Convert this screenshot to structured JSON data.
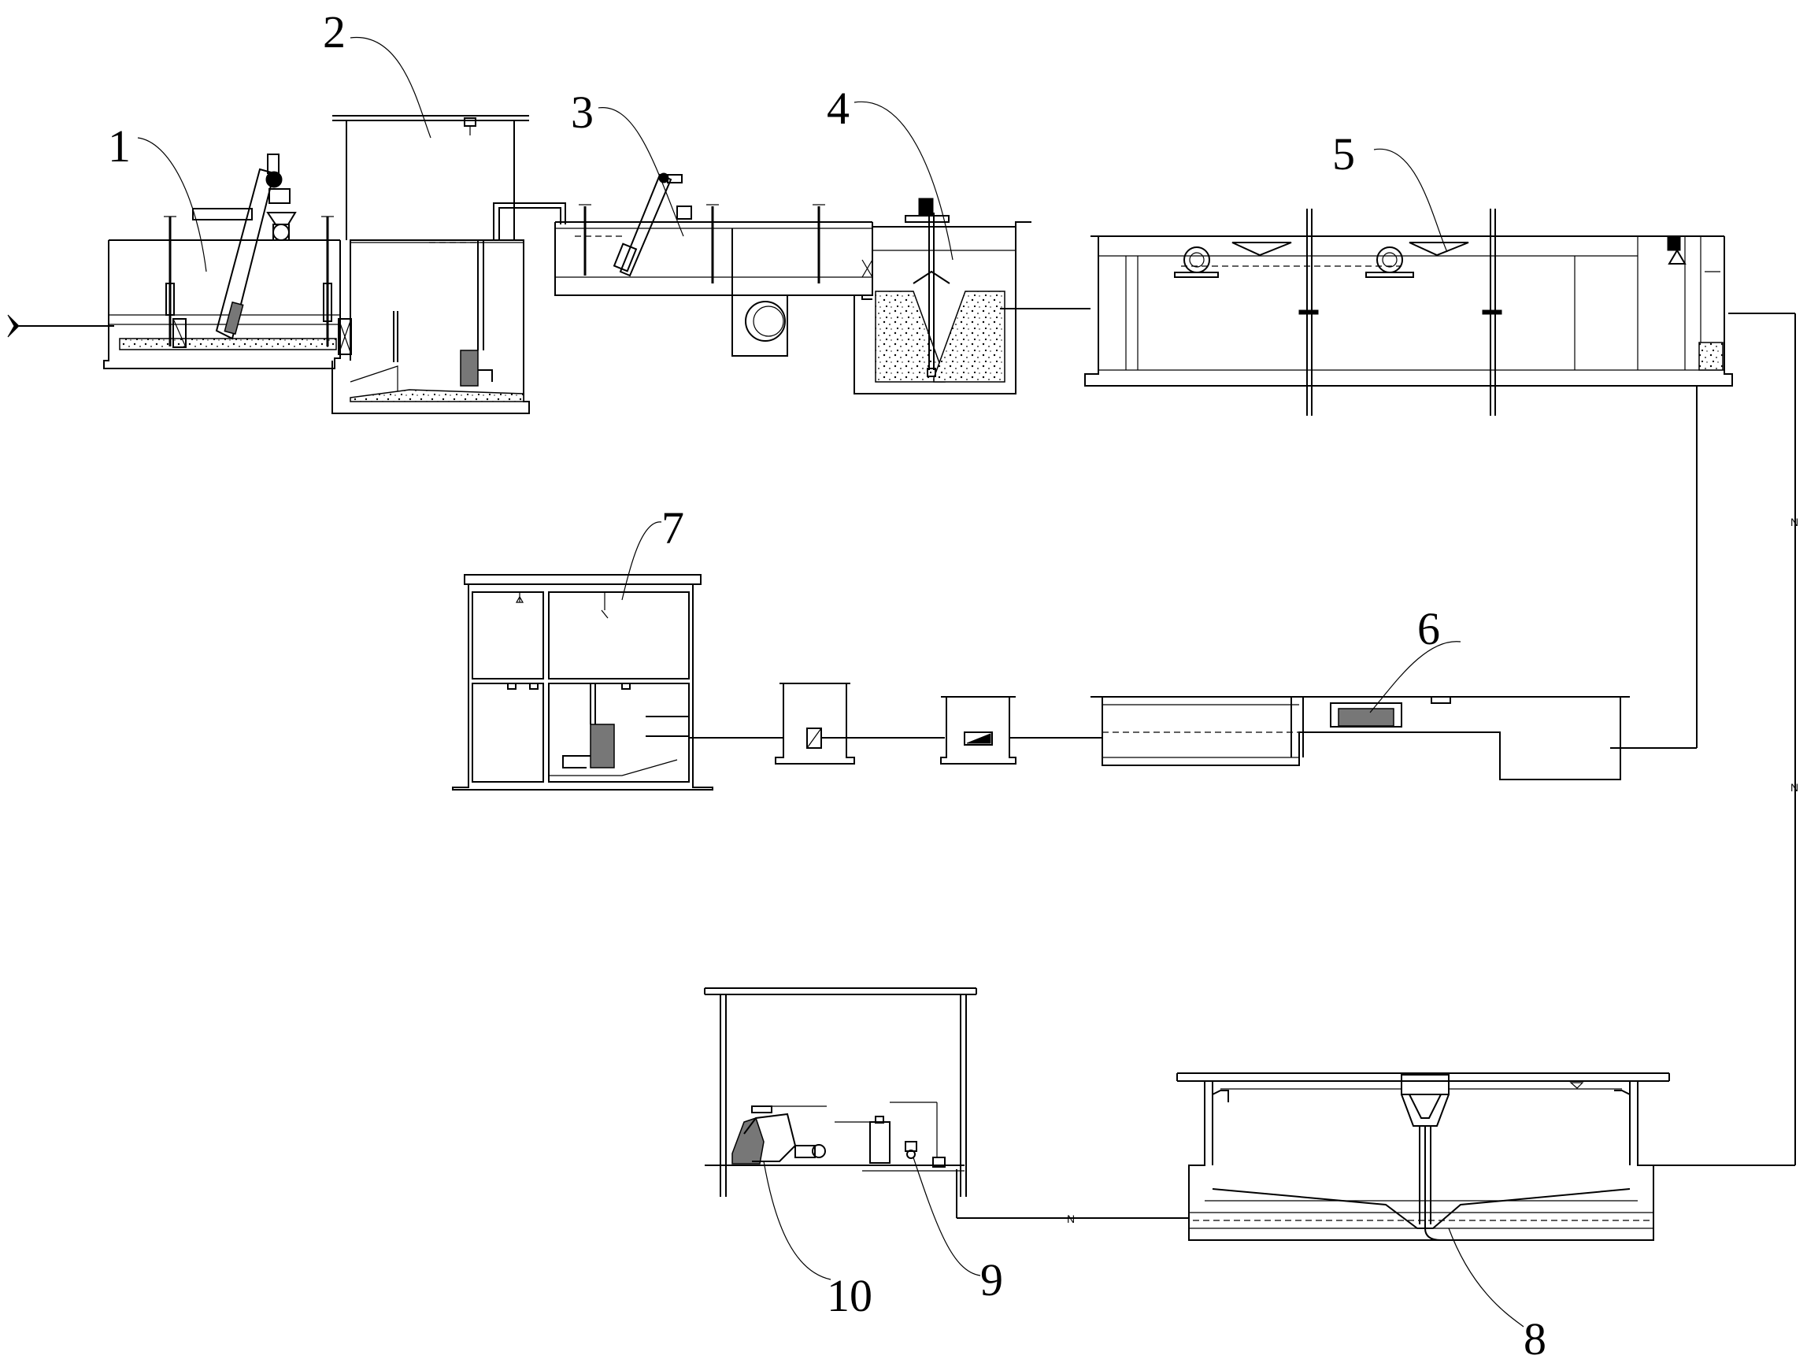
{
  "diagram": {
    "labels": {
      "l1": "1",
      "l2": "2",
      "l3": "3",
      "l4": "4",
      "l5": "5",
      "l6": "6",
      "l7": "7",
      "l8": "8",
      "l9": "9",
      "l10": "10"
    },
    "pipe_marks": {
      "m1": "N",
      "m2": "N",
      "m3": "N"
    }
  }
}
